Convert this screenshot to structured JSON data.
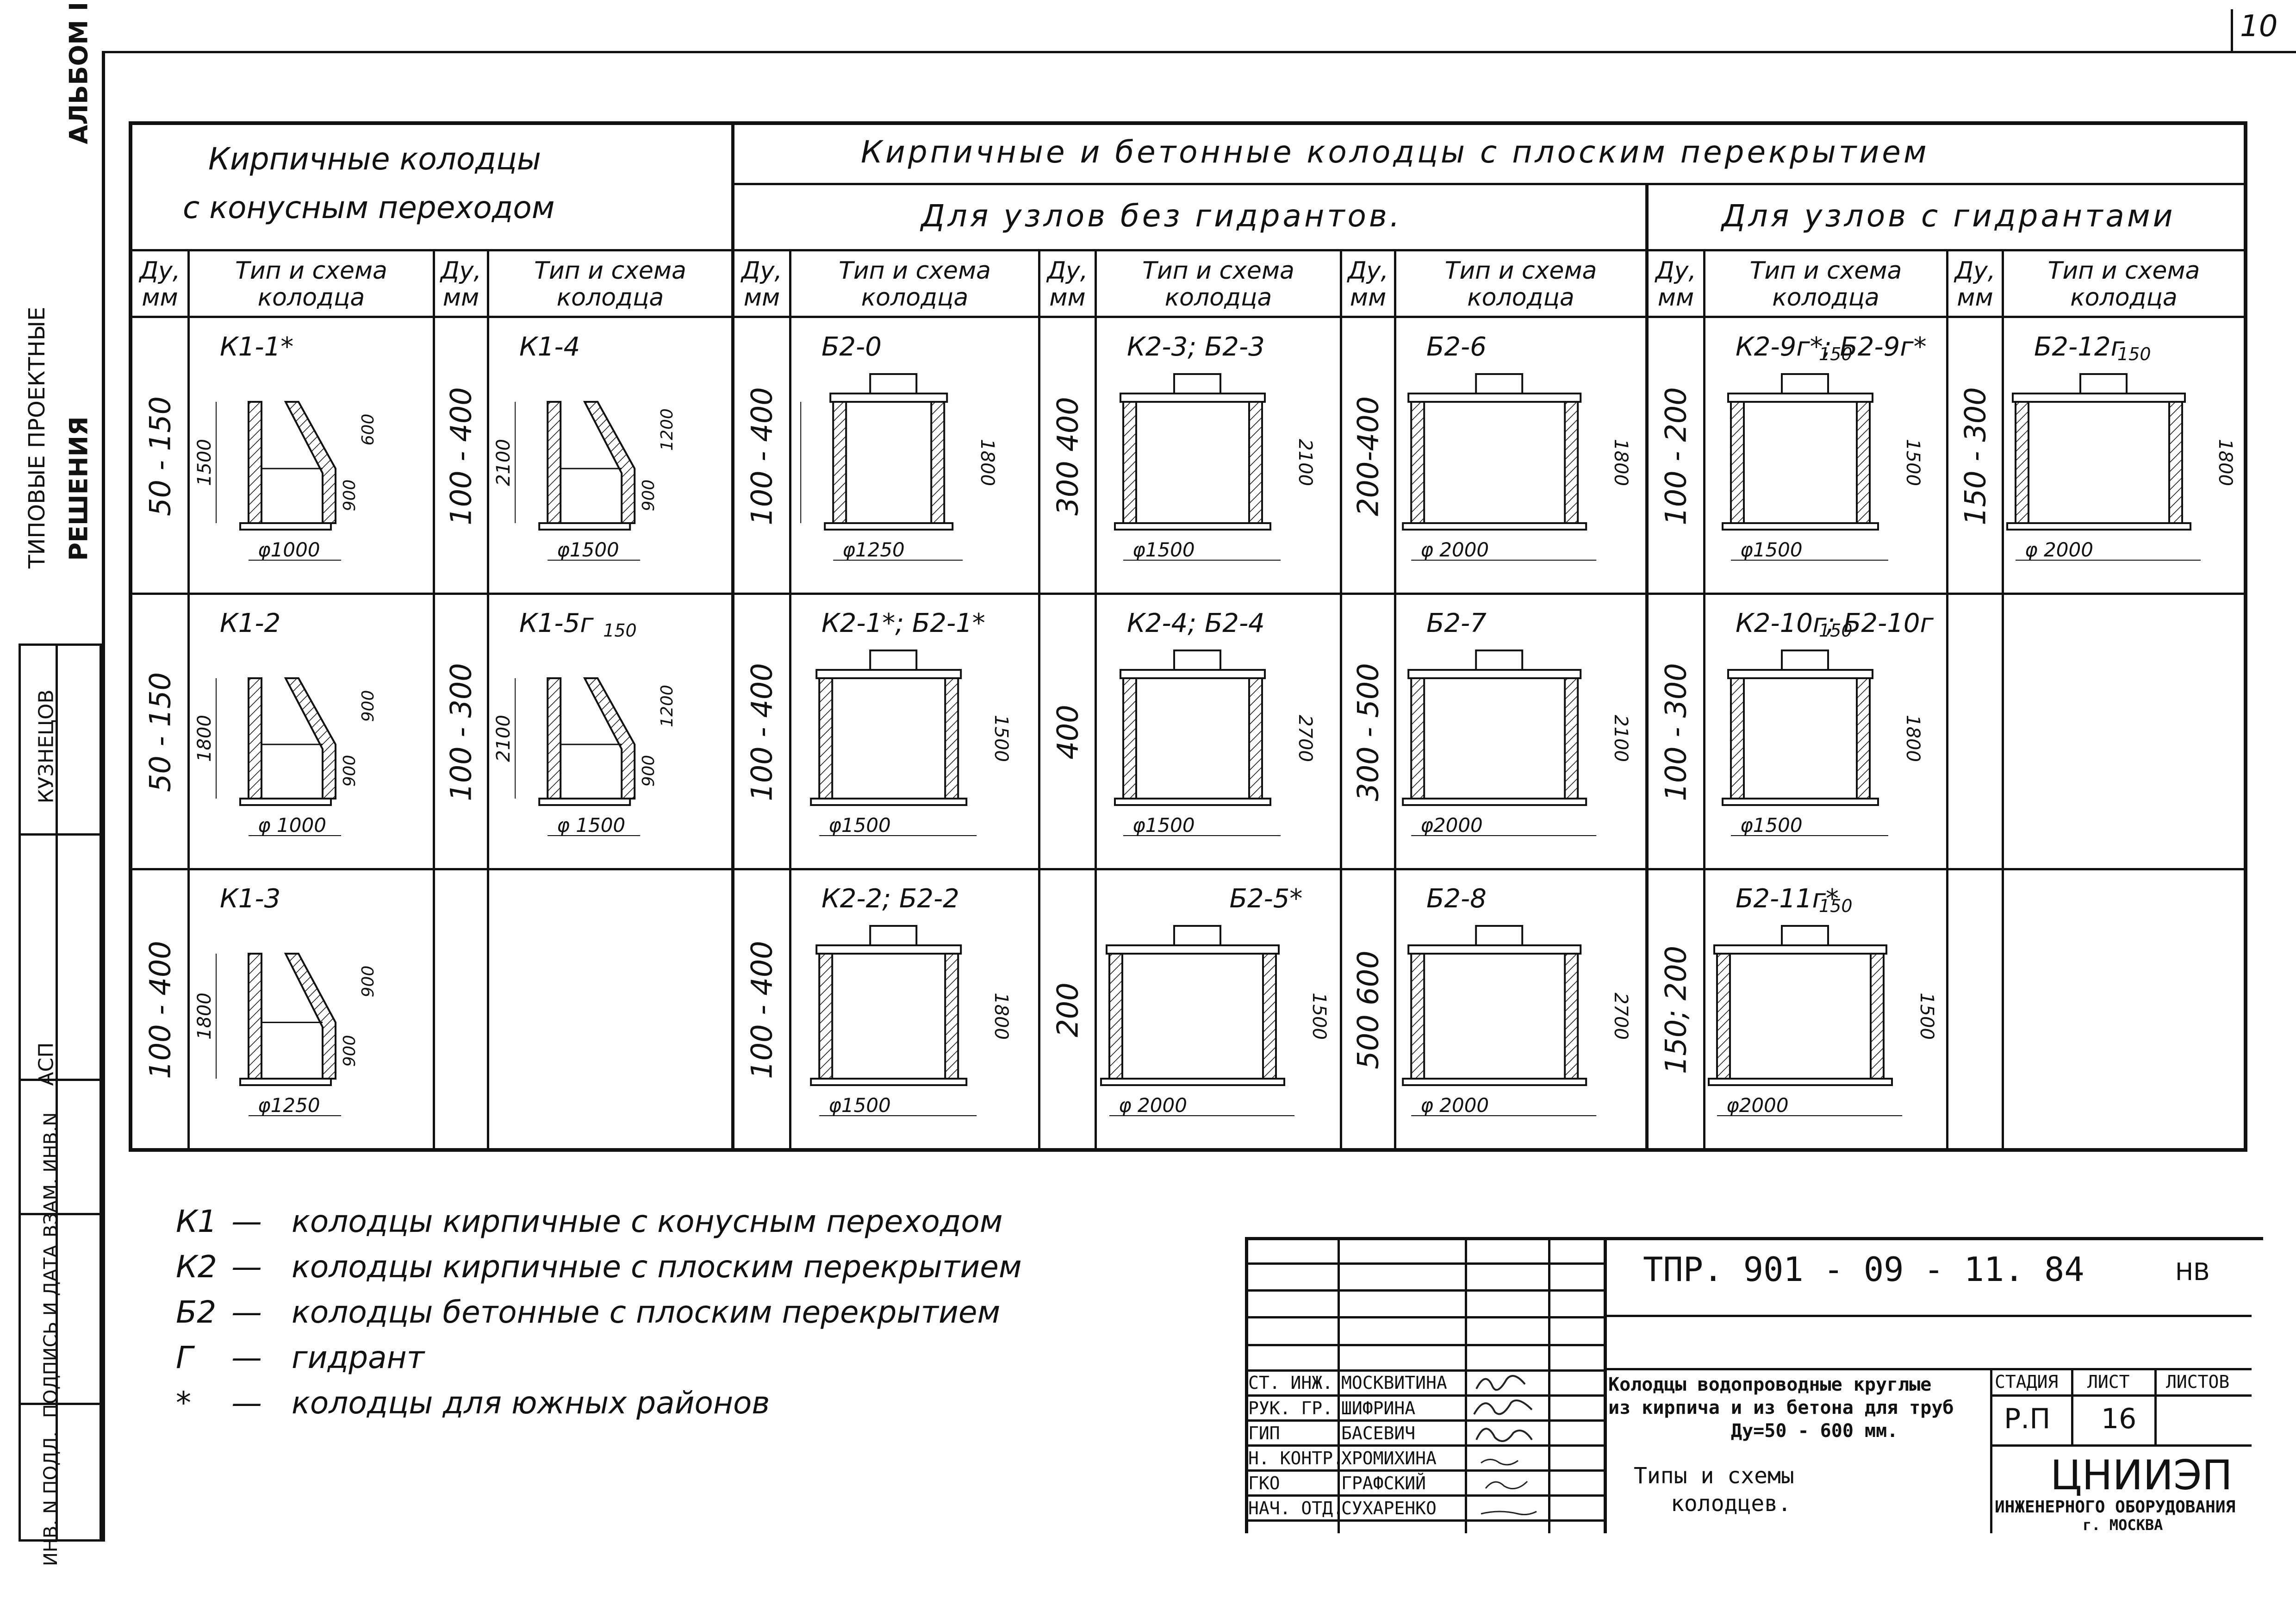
{
  "page_number": "10",
  "left_margin": {
    "album": "АЛЬБОМ III",
    "series": "ТИПОВЫЕ ПРОЕКТНЫЕ",
    "series2": "РЕШЕНИЯ",
    "name1": "КУЗНЕЦОВ",
    "name2": "АСП",
    "stamp_labels": [
      "ВЗАМ. ИНВ.N",
      "ПОДПИСЬ И ДАТА",
      "ИНВ. N ПОДЛ."
    ]
  },
  "header": {
    "group1": [
      "Кирпичные колодцы",
      "с конусным переходом"
    ],
    "group2": "Кирпичные и бетонные колодцы с плоским перекрытием",
    "group2a": "Для узлов без гидрантов.",
    "group2b": "Для узлов с гидрантами",
    "du_label": "Ду, мм",
    "type_label": "Тип и схема колодца"
  },
  "cells": [
    {
      "row": 0,
      "col": 0,
      "du": "50 - 150",
      "code": "К1-1*",
      "dia": "φ1000",
      "h1": "1500",
      "h2": "900",
      "h3": "600"
    },
    {
      "row": 0,
      "col": 1,
      "du": "100 - 400",
      "code": "К1-4",
      "dia": "φ1500",
      "h1": "2100",
      "h2": "900",
      "h3": "1200"
    },
    {
      "row": 0,
      "col": 2,
      "du": "100 - 400",
      "code": "Б2-0",
      "dia": "φ1250",
      "h1": "1800"
    },
    {
      "row": 0,
      "col": 3,
      "du": "300 400",
      "code": "К2-3; Б2-3",
      "dia": "φ1500",
      "h1": "2100"
    },
    {
      "row": 0,
      "col": 4,
      "du": "200-400",
      "code": "Б2-6",
      "dia": "φ 2000",
      "h1": "1800"
    },
    {
      "row": 0,
      "col": 5,
      "du": "100 - 200",
      "code": "К2-9г*; Б2-9г*",
      "dia": "φ1500",
      "h1": "1500",
      "top": "150"
    },
    {
      "row": 0,
      "col": 6,
      "du": "150 - 300",
      "code": "Б2-12г",
      "dia": "φ 2000",
      "h1": "1800",
      "top": "150"
    },
    {
      "row": 1,
      "col": 0,
      "du": "50 - 150",
      "code": "К1-2",
      "dia": "φ 1000",
      "h1": "1800",
      "h2": "900",
      "h3": "900"
    },
    {
      "row": 1,
      "col": 1,
      "du": "100 - 300",
      "code": "К1-5г",
      "dia": "φ 1500",
      "h1": "2100",
      "h2": "900",
      "h3": "1200",
      "top": "150"
    },
    {
      "row": 1,
      "col": 2,
      "du": "100 - 400",
      "code": "К2-1*; Б2-1*",
      "dia": "φ1500",
      "h1": "1500"
    },
    {
      "row": 1,
      "col": 3,
      "du": "400",
      "code": "К2-4; Б2-4",
      "dia": "φ1500",
      "h1": "2700"
    },
    {
      "row": 1,
      "col": 4,
      "du": "300 - 500",
      "code": "Б2-7",
      "dia": "φ2000",
      "h1": "2100"
    },
    {
      "row": 1,
      "col": 5,
      "du": "100 - 300",
      "code": "К2-10г; Б2-10г",
      "dia": "φ1500",
      "h1": "1800",
      "top": "150"
    },
    {
      "row": 2,
      "col": 0,
      "du": "100 - 400",
      "code": "К1-3",
      "dia": "φ1250",
      "h1": "1800",
      "h2": "900",
      "h3": "900"
    },
    {
      "row": 2,
      "col": 2,
      "du": "100 - 400",
      "code": "К2-2; Б2-2",
      "dia": "φ1500",
      "h1": "1800"
    },
    {
      "row": 2,
      "col": 3,
      "du": "200",
      "code": "Б2-5*",
      "dia": "φ 2000",
      "h1": "1500"
    },
    {
      "row": 2,
      "col": 4,
      "du": "500 600",
      "code": "Б2-8",
      "dia": "φ 2000",
      "h1": "2700"
    },
    {
      "row": 2,
      "col": 5,
      "du": "150; 200",
      "code": "Б2-11г*",
      "dia": "φ2000",
      "h1": "1500",
      "top": "150"
    }
  ],
  "legend": [
    {
      "key": "К1",
      "text": "колодцы кирпичные с конусным переходом"
    },
    {
      "key": "К2",
      "text": "колодцы кирпичные с плоским перекрытием"
    },
    {
      "key": "Б2",
      "text": "колодцы бетонные с плоским перекрытием"
    },
    {
      "key": "Г",
      "text": "гидрант"
    },
    {
      "key": "*",
      "text": "колодцы для южных районов"
    }
  ],
  "title_block": {
    "doc_code": "ТПР. 901 - 09 - 11. 84",
    "nv": "НВ",
    "title": [
      "Колодцы водопроводные круглые",
      "из кирпича и из бетона для труб",
      "Ду=50 - 600 мм."
    ],
    "subtitle": [
      "Типы и схемы",
      "колодцев."
    ],
    "stage_label": "СТАДИЯ",
    "sheet_label": "ЛИСТ",
    "sheets_label": "ЛИСТОВ",
    "stage": "Р.П",
    "sheet": "16",
    "org": "ЦНИИЭП",
    "org2": "ИНЖЕНЕРНОГО ОБОРУДОВАНИЯ",
    "org3": "г. МОСКВА",
    "people": [
      {
        "role": "СТ. ИНЖ.",
        "name": "МОСКВИТИНА"
      },
      {
        "role": "РУК. ГР.",
        "name": "ШИФРИНА"
      },
      {
        "role": "ГИП",
        "name": "БАСЕВИЧ"
      },
      {
        "role": "Н. КОНТР.",
        "name": "ХРОМИХИНА"
      },
      {
        "role": "ГКО",
        "name": "ГРАФСКИЙ"
      },
      {
        "role": "НАЧ. ОТД.",
        "name": "СУХАРЕНКО"
      }
    ]
  }
}
